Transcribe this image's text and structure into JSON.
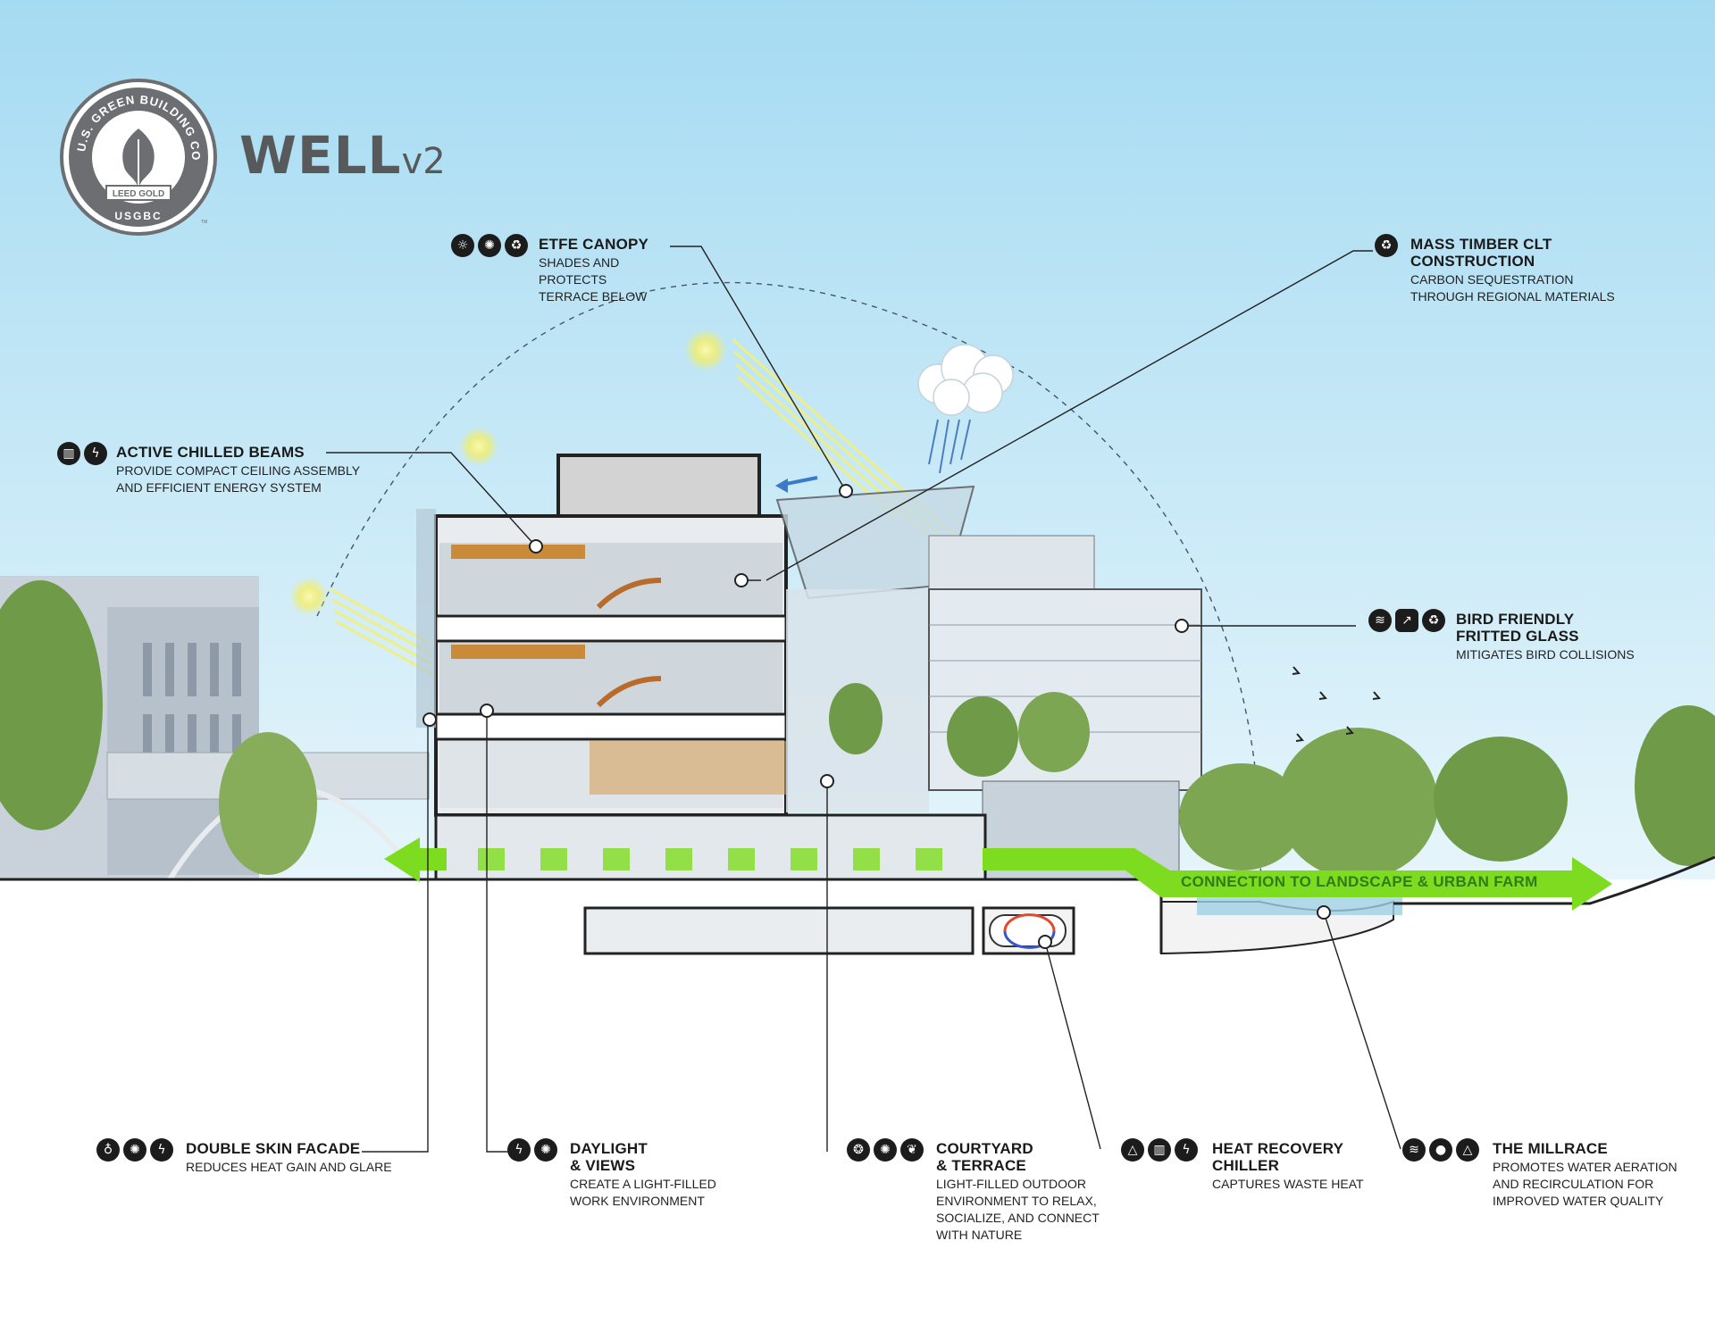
{
  "logo": {
    "seal_text": "U.S. GREEN BUILDING COUNCIL",
    "seal_ribbon": "LEED GOLD",
    "seal_bottom": "USGBC",
    "trademark": "TM",
    "well_logo_main": "WELL",
    "well_logo_version": "v2"
  },
  "callouts": {
    "etfe": {
      "title": "ETFE CANOPY",
      "desc": "SHADES AND PROTECTS\nTERRACE BELOW",
      "icons": [
        "daylight-icon",
        "sun-icon",
        "recycle-icon"
      ]
    },
    "clt": {
      "title": "MASS TIMBER CLT\nCONSTRUCTION",
      "desc": "CARBON SEQUESTRATION\nTHROUGH REGIONAL MATERIALS",
      "icons": [
        "recycle-icon"
      ]
    },
    "beams": {
      "title": "ACTIVE CHILLED BEAMS",
      "desc": "PROVIDE COMPACT CEILING ASSEMBLY\nAND EFFICIENT ENERGY SYSTEM",
      "icons": [
        "thermometer-icon",
        "energy-icon"
      ]
    },
    "bird": {
      "title": "BIRD FRIENDLY\nFRITTED GLASS",
      "desc": "MITIGATES BIRD COLLISIONS",
      "icons": [
        "water-icon",
        "external-icon",
        "recycle-icon"
      ]
    },
    "facade": {
      "title": "DOUBLE SKIN FACADE",
      "desc": "REDUCES HEAT GAIN AND GLARE",
      "icons": [
        "lightbulb-icon",
        "sun-icon",
        "energy-icon"
      ]
    },
    "daylight": {
      "title": "DAYLIGHT\n& VIEWS",
      "desc": "CREATE A LIGHT-FILLED\nWORK ENVIRONMENT",
      "icons": [
        "energy-icon",
        "sun-icon"
      ]
    },
    "courtyard": {
      "title": "COURTYARD\n& TERRACE",
      "desc": "LIGHT-FILLED OUTDOOR\nENVIRONMENT TO RELAX,\nSOCIALIZE, AND CONNECT\nWITH NATURE",
      "icons": [
        "community-icon",
        "sun-icon",
        "nature-icon"
      ]
    },
    "chiller": {
      "title": "HEAT RECOVERY\nCHILLER",
      "desc": "CAPTURES WASTE HEAT",
      "icons": [
        "triangle-icon",
        "thermometer-icon",
        "energy-icon"
      ]
    },
    "millrace": {
      "title": "THE MILLRACE",
      "desc": "PROMOTES WATER AERATION\nAND RECIRCULATION FOR\nIMPROVED WATER QUALITY",
      "icons": [
        "water-icon",
        "drop-icon",
        "triangle-icon"
      ]
    }
  },
  "landscape_label": "CONNECTION TO LANDSCAPE & URBAN FARM",
  "colors": {
    "sky_top": "#a7dcf2",
    "sky_bottom": "#e3f4fb",
    "arrow_green": "#7ddc1f",
    "label_green": "#2e7d1a",
    "icon_dark": "#1c1c1c",
    "logo_gray": "#58595b",
    "sunlight_yellow": "#f4f27a",
    "timber": "#c98a3a"
  }
}
